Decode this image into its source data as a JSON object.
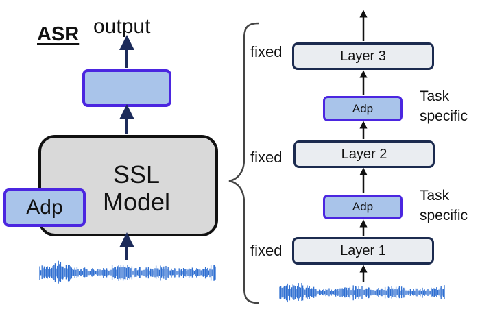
{
  "left": {
    "title": "ASR",
    "output_label": "output",
    "ssl_line1": "SSL",
    "ssl_line2": "Model",
    "adapter_label": "Adp"
  },
  "right": {
    "layers": [
      {
        "label": "Layer 3",
        "note": "fixed"
      },
      {
        "label": "Layer 2",
        "note": "fixed"
      },
      {
        "label": "Layer 1",
        "note": "fixed"
      }
    ],
    "adapters": [
      {
        "label": "Adp",
        "note_line1": "Task",
        "note_line2": "specific"
      },
      {
        "label": "Adp",
        "note_line1": "Task",
        "note_line2": "specific"
      }
    ]
  },
  "colors": {
    "adapter_fill": "#a9c4ea",
    "adapter_border": "#4b26e0",
    "ssl_fill": "#d9d9d9",
    "layer_fill": "#eaedf1",
    "layer_border": "#1c2b4f",
    "arrow": "#1c2b5a",
    "waveform": "#2f6fd1"
  }
}
